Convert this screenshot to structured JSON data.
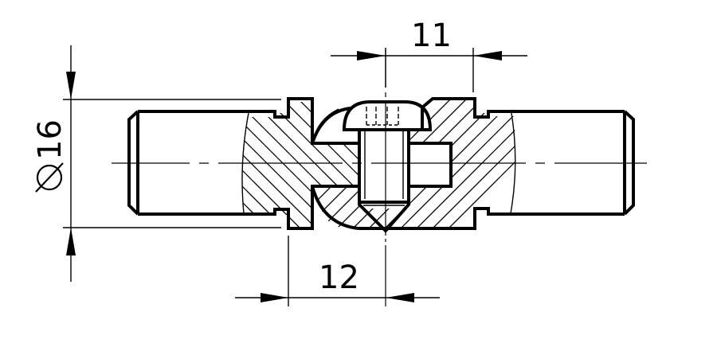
{
  "drawing": {
    "type": "technical-section-drawing",
    "subject": "swivel joint / connector pin with screw, sectioned",
    "colors": {
      "line": "#000000",
      "background": "#ffffff"
    }
  },
  "dimensions": {
    "diameter": {
      "symbol": "⌀",
      "value": "16",
      "label": "⌀16"
    },
    "top_width": {
      "value": "11"
    },
    "bottom_width": {
      "value": "12"
    }
  },
  "icons": {
    "diameter_symbol": "diameter-icon",
    "arrowheads": "dimension-arrow-icon"
  }
}
